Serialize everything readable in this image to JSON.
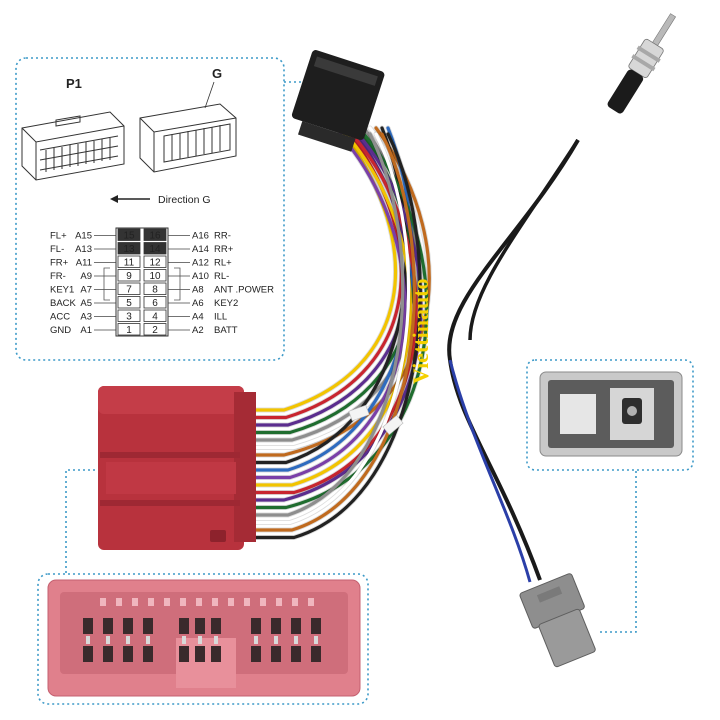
{
  "pinout": {
    "connector_left_label": "P1",
    "connector_right_label": "G",
    "direction_label": "Direction G",
    "rows": [
      {
        "left_name": "FL+",
        "left_code": "A15",
        "left_pin": "15",
        "right_pin": "16",
        "right_code": "A16",
        "right_name": "RR-"
      },
      {
        "left_name": "FL-",
        "left_code": "A13",
        "left_pin": "13",
        "right_pin": "14",
        "right_code": "A14",
        "right_name": "RR+"
      },
      {
        "left_name": "FR+",
        "left_code": "A11",
        "left_pin": "11",
        "right_pin": "12",
        "right_code": "A12",
        "right_name": "RL+"
      },
      {
        "left_name": "FR-",
        "left_code": "A9",
        "left_pin": "9",
        "right_pin": "10",
        "right_code": "A10",
        "right_name": "RL-"
      },
      {
        "left_name": "KEY1",
        "left_code": "A7",
        "left_pin": "7",
        "right_pin": "8",
        "right_code": "A8",
        "right_name": "ANT .POWER"
      },
      {
        "left_name": "BACK",
        "left_code": "A5",
        "left_pin": "5",
        "right_pin": "6",
        "right_code": "A6",
        "right_name": "KEY2"
      },
      {
        "left_name": "ACC",
        "left_code": "A3",
        "left_pin": "3",
        "right_pin": "4",
        "right_code": "A4",
        "right_name": "ILL"
      },
      {
        "left_name": "GND",
        "left_code": "A1",
        "left_pin": "1",
        "right_pin": "2",
        "right_code": "A2",
        "right_name": "BATT"
      }
    ]
  },
  "watermark": "Viettinauto",
  "colors": {
    "callout_border": "#3d9ac8",
    "red_connector": "#b8323d",
    "pink_connector": "#e0808c",
    "gray_connector": "#8e8e8e",
    "watermark": "#f4d000"
  },
  "wire_colors": [
    "#f2c400",
    "#c8252f",
    "#5b2d8e",
    "#1f6d2f",
    "#8e8e8e",
    "#ffffff",
    "#c06a1e",
    "#222222",
    "#2e6bbf",
    "#7a3fa8"
  ]
}
